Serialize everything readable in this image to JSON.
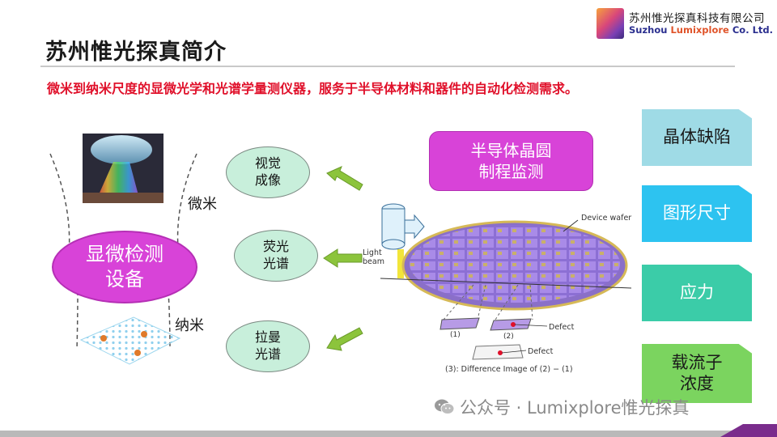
{
  "header": {
    "title": "苏州惟光探真简介",
    "company_cn": "苏州惟光探真科技有限公司",
    "company_en_main": "Suzhou ",
    "company_en_accent": "Lumixplore",
    "company_en_tail": " Co. Ltd."
  },
  "subtitle": "微米到纳米尺度的显微光学和光谱学量测仪器，服务于半导体材料和器件的自动化检测需求。",
  "left": {
    "main_oval": "显微检测\n设备",
    "label_micro": "微米",
    "label_nano": "纳米",
    "techniques": [
      "视觉\n成像",
      "荧光\n光谱",
      "拉曼\n光谱"
    ]
  },
  "wafer": {
    "title": "半导体晶圆\n制程监测",
    "label_device": "Device wafer",
    "label_light": "Light\nbeam",
    "label_1": "(1)",
    "label_2": "(2)",
    "label_defect_a": "Defect",
    "label_defect_b": "Defect",
    "label_diff": "(3): Difference Image of (2) − (1)"
  },
  "right_tabs": [
    "晶体缺陷",
    "图形尺寸",
    "应力",
    "载流子\n浓度"
  ],
  "watermark": "公众号 · Lumixplore惟光探真",
  "colors": {
    "accent_magenta": "#d843d8",
    "subtitle_red": "#e0102a",
    "arrow_green": "#8cc43c",
    "oval_mint": "#c8efdb"
  }
}
